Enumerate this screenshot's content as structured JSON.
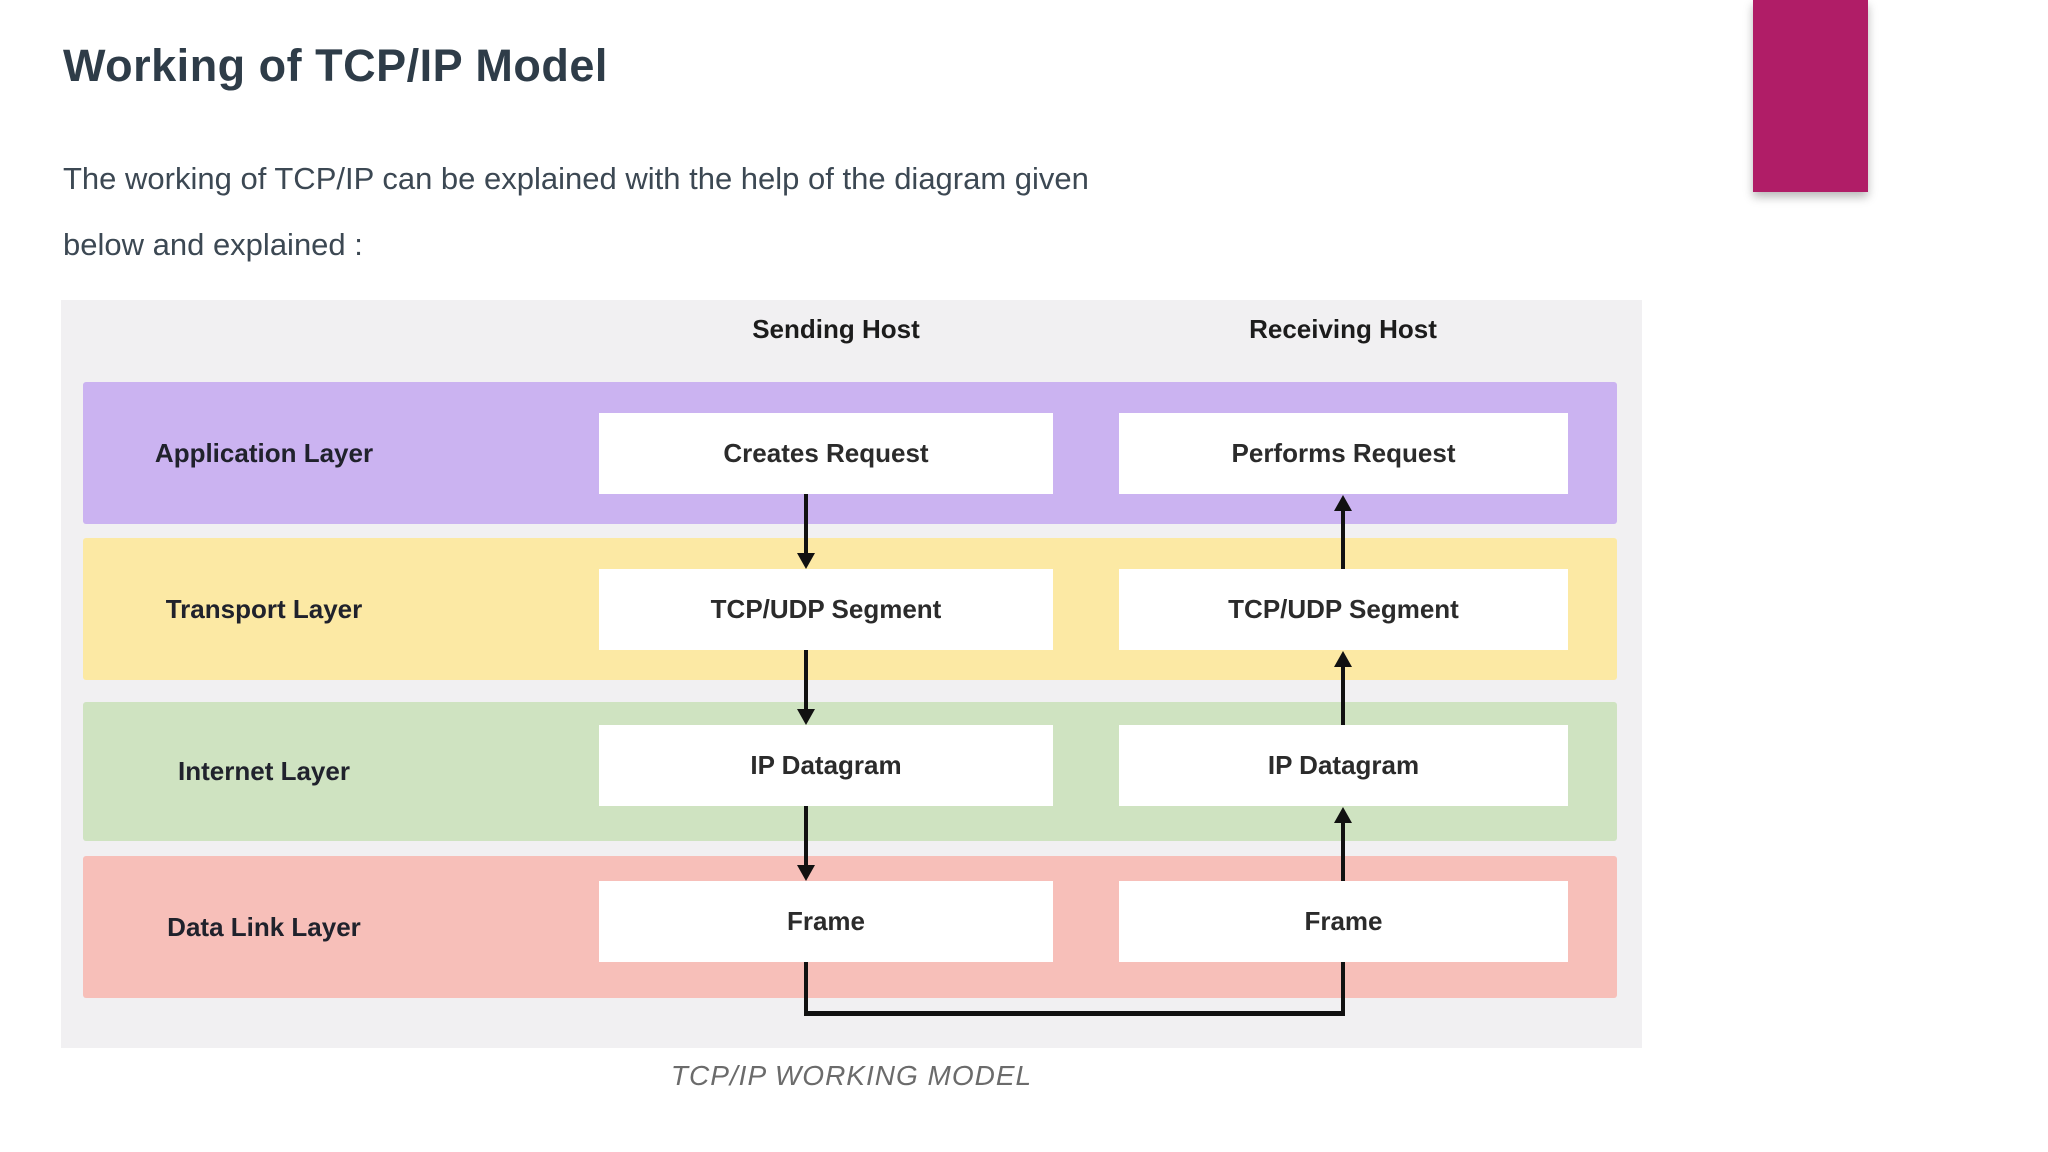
{
  "page": {
    "title": "Working of TCP/IP Model",
    "subtitle_line1": "The working of TCP/IP can be explained with the help of the diagram given",
    "subtitle_line2": "below and explained :",
    "accent_color": "#b01d67"
  },
  "diagram": {
    "panel_bg": "#f1f0f2",
    "arrow_color": "#111111",
    "columns": {
      "sending": "Sending Host",
      "receiving": "Receiving Host"
    },
    "layers": [
      {
        "label": "Application Layer",
        "color": "#cbb3f1",
        "sending": "Creates Request",
        "receiving": "Performs Request"
      },
      {
        "label": "Transport Layer",
        "color": "#fce9a4",
        "sending": "TCP/UDP Segment",
        "receiving": "TCP/UDP Segment"
      },
      {
        "label": "Internet Layer",
        "color": "#cfe3c1",
        "sending": "IP Datagram",
        "receiving": "IP Datagram"
      },
      {
        "label": "Data Link Layer",
        "color": "#f7bfb9",
        "sending": "Frame",
        "receiving": "Frame"
      }
    ],
    "caption": "TCP/IP WORKING MODEL"
  }
}
